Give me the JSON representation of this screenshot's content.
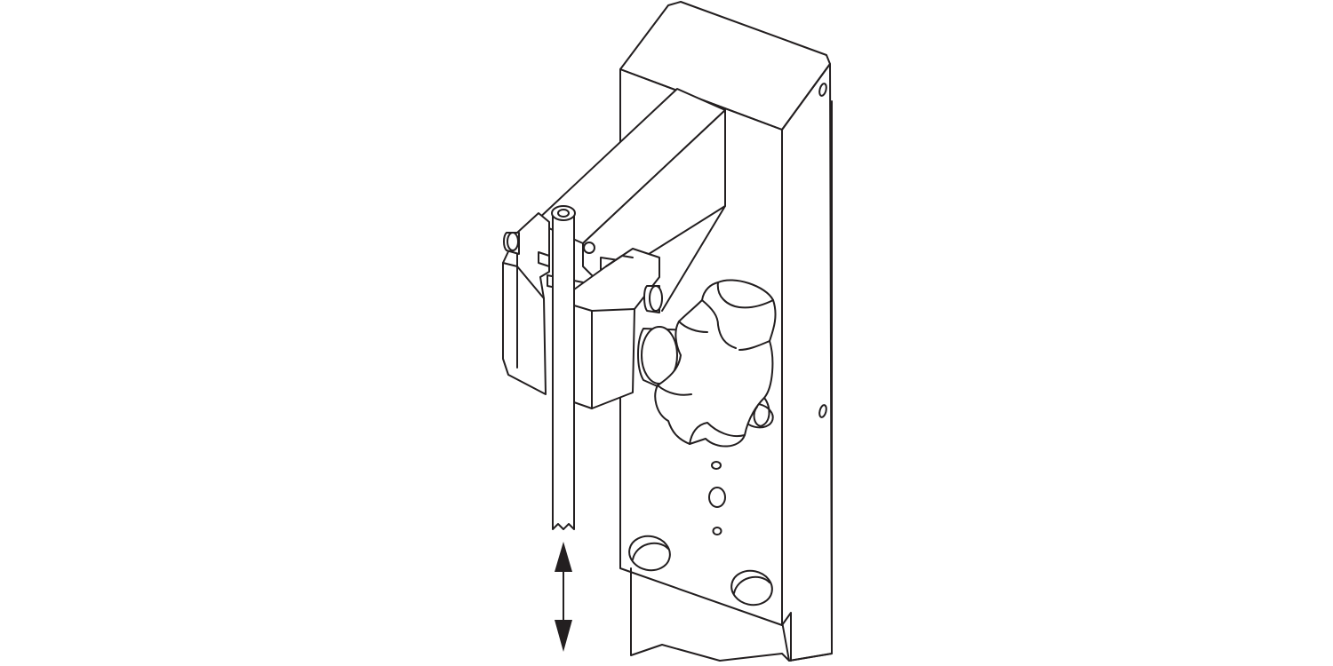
{
  "diagram": {
    "subject": "rod-clamp-on-mounting-bracket",
    "background_color": "#ffffff",
    "line_color": "#231f20",
    "fill_color": "#ffffff",
    "motion": {
      "direction": "vertical",
      "icon": "double-arrow-icon"
    },
    "parts": [
      {
        "id": "mounting-plate",
        "icon": "plate-shape"
      },
      {
        "id": "support-arm",
        "icon": "arm-shape"
      },
      {
        "id": "clamp-block",
        "icon": "clamp-shape"
      },
      {
        "id": "clamp-screw",
        "icon": "screw-shape"
      },
      {
        "id": "rod",
        "icon": "rod-shape"
      },
      {
        "id": "star-knob",
        "icon": "knob-shape"
      },
      {
        "id": "mounting-holes",
        "icon": "hole-shape"
      }
    ]
  }
}
